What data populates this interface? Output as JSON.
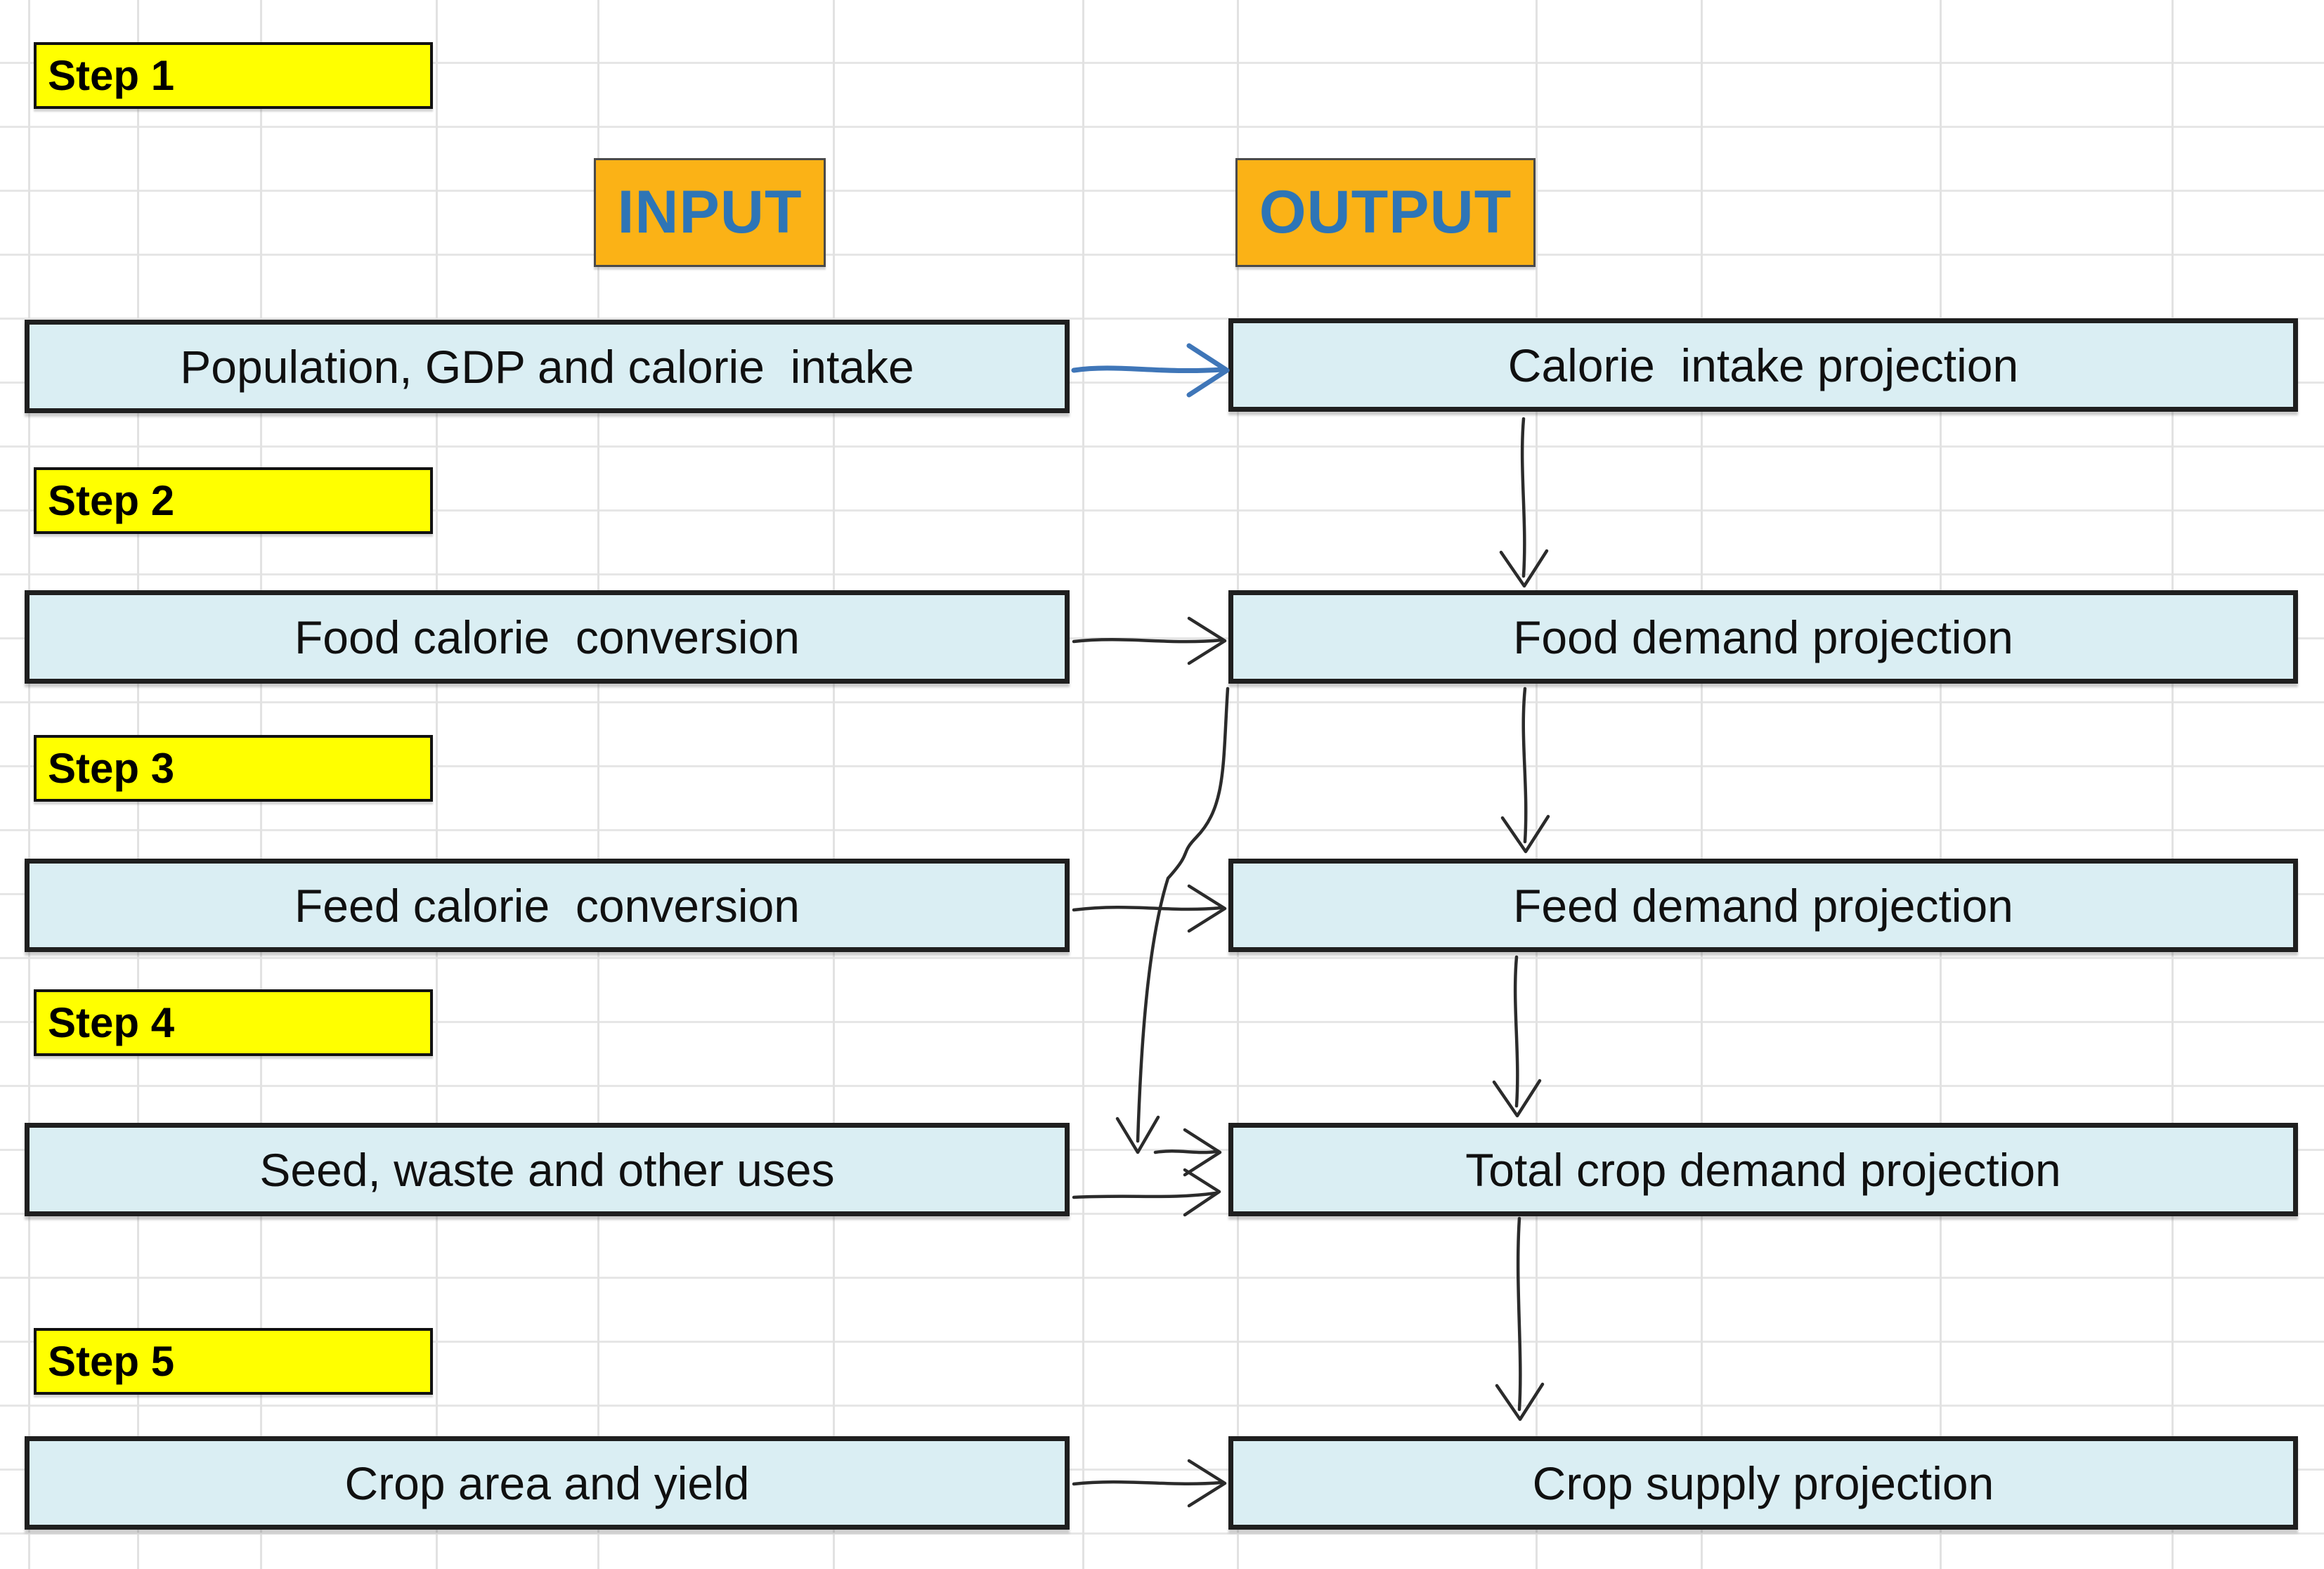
{
  "title": "Crop demand and supply projection flow diagram",
  "palette": {
    "step_fill": "#FFFF00",
    "header_fill": "#FBB216",
    "header_text": "#2E75B6",
    "box_fill": "#DAEEF3",
    "box_border": "#1F1F1F",
    "arrow_black": "#2B2B2B",
    "arrow_blue": "#3F76B8",
    "grid_line": "#E4E4E4",
    "text": "#101010"
  },
  "headers": {
    "input": "INPUT",
    "output": "OUTPUT"
  },
  "steps": [
    {
      "label": "Step 1"
    },
    {
      "label": "Step 2"
    },
    {
      "label": "Step 3"
    },
    {
      "label": "Step 4"
    },
    {
      "label": "Step 5"
    }
  ],
  "rows": [
    {
      "step": "Step 1",
      "input": "Population, GDP and calorie  intake",
      "output": "Calorie  intake projection"
    },
    {
      "step": "Step 2",
      "input": "Food calorie  conversion",
      "output": "Food demand projection"
    },
    {
      "step": "Step 3",
      "input": "Feed calorie  conversion",
      "output": "Feed demand projection"
    },
    {
      "step": "Step 4",
      "input": "Seed, waste and other uses",
      "output": "Total crop demand projection"
    },
    {
      "step": "Step 5",
      "input": "Crop area and yield",
      "output": "Crop supply projection"
    }
  ],
  "connections": [
    {
      "from": "Population, GDP and calorie  intake",
      "to": "Calorie  intake projection",
      "style": "blue-horizontal"
    },
    {
      "from": "Calorie  intake projection",
      "to": "Food demand projection",
      "style": "black-vertical"
    },
    {
      "from": "Food calorie  conversion",
      "to": "Food demand projection",
      "style": "black-horizontal"
    },
    {
      "from": "Food demand projection",
      "to": "Feed demand projection",
      "style": "black-vertical"
    },
    {
      "from": "Feed calorie  conversion",
      "to": "Feed demand projection",
      "style": "black-horizontal"
    },
    {
      "from": "Feed demand projection",
      "to": "Total crop demand projection",
      "style": "black-vertical"
    },
    {
      "from": "Food demand projection",
      "to": "Total crop demand projection",
      "style": "curved-bypass"
    },
    {
      "from": "Seed, waste and other uses",
      "to": "Total crop demand projection",
      "style": "black-horizontal"
    },
    {
      "from": "Total crop demand projection",
      "to": "Crop supply projection",
      "style": "black-vertical"
    },
    {
      "from": "Crop area and yield",
      "to": "Crop supply projection",
      "style": "black-horizontal"
    }
  ]
}
